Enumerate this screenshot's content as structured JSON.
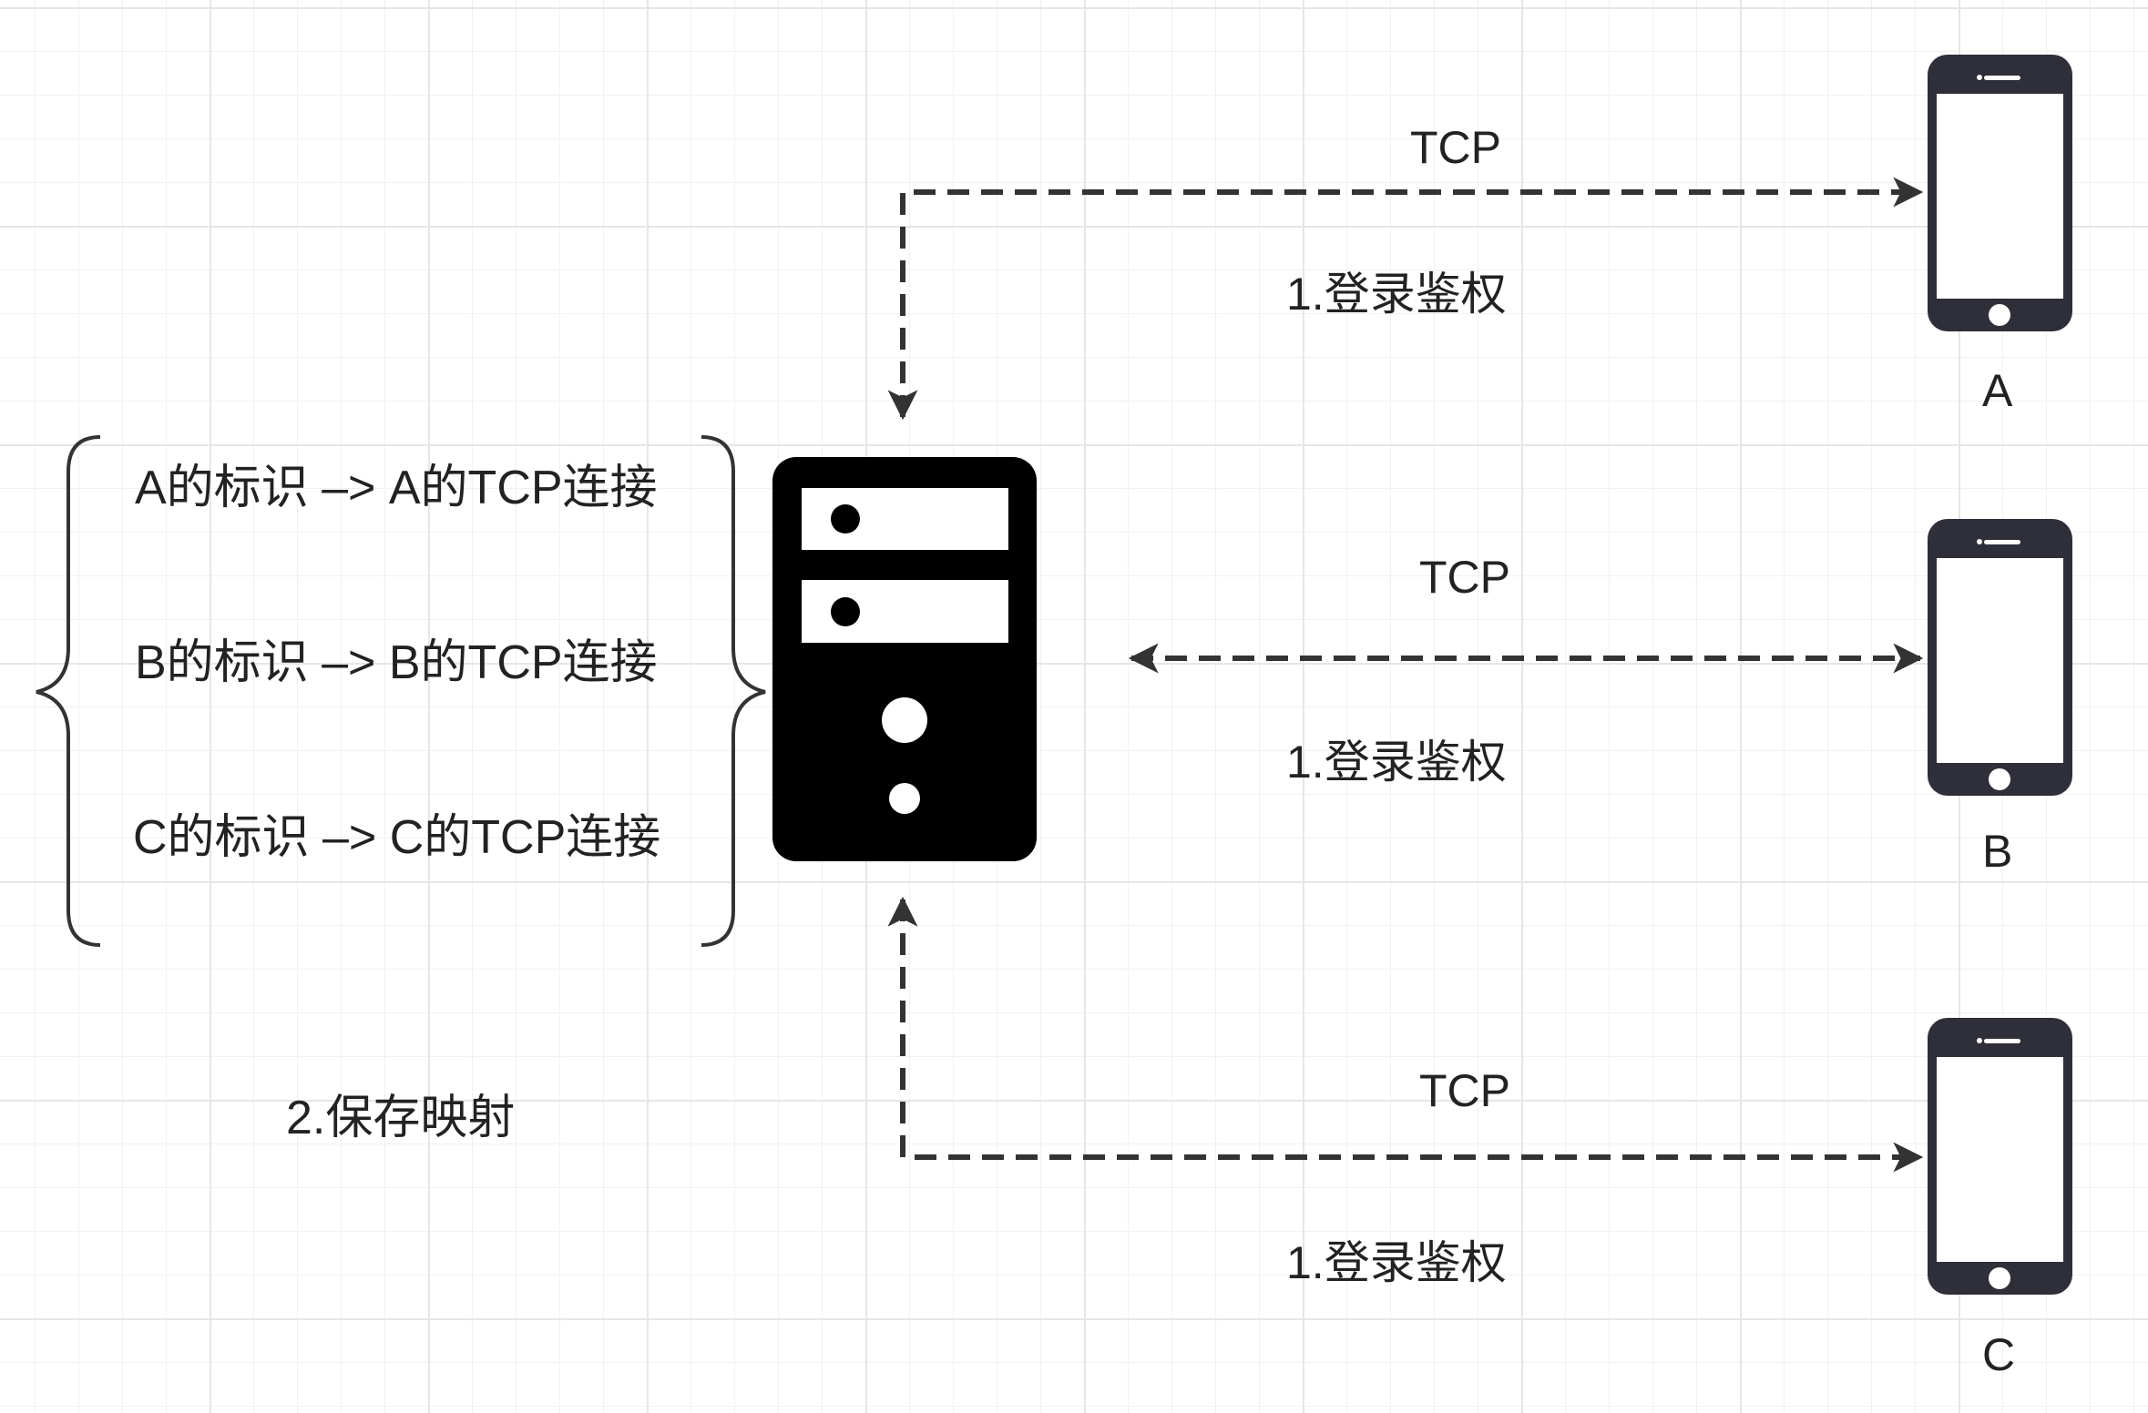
{
  "mapping": {
    "rows": [
      "A的标识 –> A的TCP连接",
      "B的标识 –> B的TCP连接",
      "C的标识 –> C的TCP连接"
    ],
    "step_label": "2.保存映射"
  },
  "connections": [
    {
      "protocol": "TCP",
      "step": "1.登录鉴权",
      "device": "A"
    },
    {
      "protocol": "TCP",
      "step": "1.登录鉴权",
      "device": "B"
    },
    {
      "protocol": "TCP",
      "step": "1.登录鉴权",
      "device": "C"
    }
  ],
  "icons": {
    "server": "server-icon",
    "phone": "smartphone-icon"
  },
  "colors": {
    "line": "#333333",
    "server": "#000000",
    "phone": "#2f2f3a",
    "text": "#222222",
    "grid": "#e6e6e6"
  }
}
